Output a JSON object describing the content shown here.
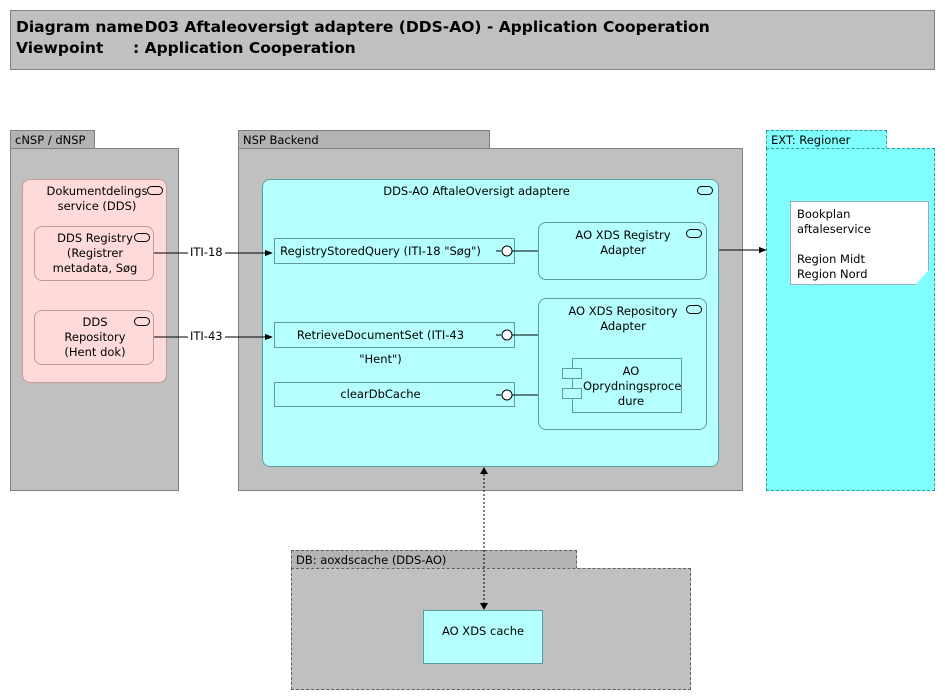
{
  "header": {
    "diagram_name_key": "Diagram name",
    "diagram_name_value": ": D03 Aftaleoversigt adaptere (DDS-AO) - Application Cooperation",
    "viewpoint_key": "Viewpoint",
    "viewpoint_value": ": Application Cooperation"
  },
  "groups": {
    "cnsp": "cNSP / dNSP",
    "nsp_backend": "NSP Backend",
    "ext": "EXT: Regioner",
    "db": "DB: aoxdscache (DDS-AO)"
  },
  "components": {
    "dds_service": [
      "Dokumentdelings",
      "service (DDS)"
    ],
    "dds_registry": [
      "DDS Registry",
      "(Registrer",
      "metadata, Søg"
    ],
    "dds_repository": [
      "DDS",
      "Repository",
      "(Hent dok)"
    ],
    "ao_adaptere": "DDS-AO AftaleOversigt adaptere",
    "ao_registry_adapter": [
      "AO XDS Registry",
      "Adapter"
    ],
    "ao_repository_adapter": [
      "AO XDS Repository",
      "Adapter"
    ],
    "ao_oprydning": [
      "AO",
      "Oprydningsproce",
      "dure"
    ],
    "ao_cache": "AO XDS cache"
  },
  "interfaces": {
    "registry_query": "RegistryStoredQuery (ITI-18 \"Søg\")",
    "retrieve_set": "RetrieveDocumentSet (ITI-43 \"Hent\")",
    "clear_cache": "clearDbCache"
  },
  "edges": {
    "iti18": "ITI-18",
    "iti43": "ITI-43"
  },
  "note": {
    "title": "Bookplan aftaleservice",
    "line1": "Region Midt",
    "line2": "Region Nord"
  }
}
